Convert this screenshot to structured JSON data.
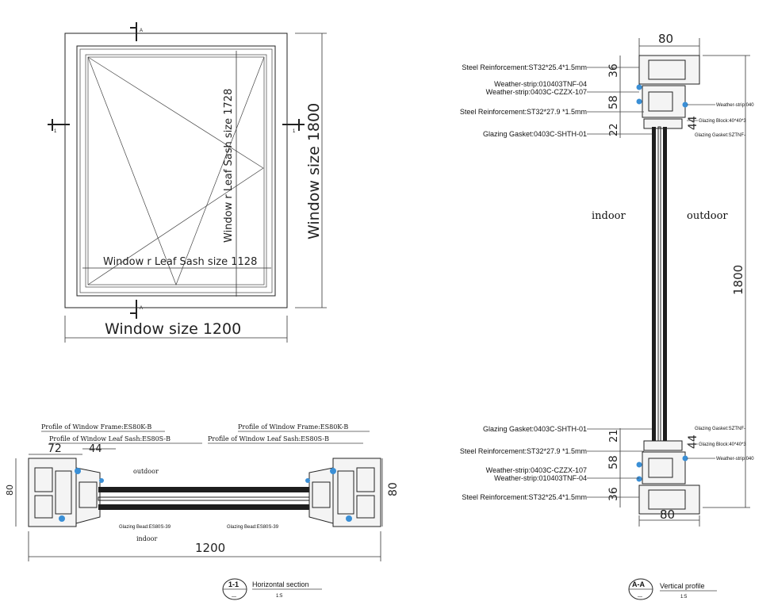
{
  "front_view": {
    "width_label": "Window size 1200",
    "height_label": "Window size 1800",
    "sash_width_label": "Window r Leaf Sash size 1128",
    "sash_height_label": "Window r Leaf Sash size 1728",
    "section_mark_1": "1",
    "section_mark_a": "A"
  },
  "horizontal_section": {
    "frame_left": "Profile of Window Frame:ES80K-B",
    "frame_right": "Profile of Window Frame:ES80K-B",
    "sash_left": "Profile of Window Leaf  Sash:ES80S-B",
    "sash_right": "Profile of Window Leaf  Sash:ES80S-B",
    "dim_72": "72",
    "dim_44": "44",
    "dim_80_left": "80",
    "dim_80_right": "80",
    "outdoor": "outdoor",
    "indoor": "indoor",
    "bead_left": "Glazing Bead:ES80S-39",
    "bead_right": "Glazing Bead:ES80S-39",
    "width": "1200",
    "title_num": "1-1",
    "title_sub": "—",
    "title": "Horizontal section",
    "scale": "1:5"
  },
  "vertical_profile": {
    "dim_top": "80",
    "dim_bottom": "80",
    "height": "1800",
    "indoor": "indoor",
    "outdoor": "outdoor",
    "top_labels": [
      "Steel Reinforcement:ST32*25.4*1.5mm",
      "Weather-strip:010403TNF-04",
      "Weather-strip:0403C-CZZX-107",
      "Steel Reinforcement:ST32*27.9 *1.5mm",
      "Glazing Gasket:0403C-SHTH-01"
    ],
    "bottom_labels": [
      "Glazing Gasket:0403C-SHTH-01",
      "Steel Reinforcement:ST32*27.9 *1.5mm",
      "Weather-strip:0403C-CZZX-107",
      "Weather-strip:010403TNF-04",
      "Steel Reinforcement:ST32*25.4*1.5mm"
    ],
    "top_dims": [
      "36",
      "58",
      "22"
    ],
    "bottom_dims": [
      "21",
      "58",
      "36"
    ],
    "right_top_dim": "44",
    "right_bottom_dim": "44",
    "right_top_labels": [
      "Weather-strip:040",
      "Glazing Block:40*40*3",
      "Glazing Gasket:SZTNF-"
    ],
    "right_bottom_labels": [
      "Glazing Gasket:SZTNF-",
      "Glazing Block:40*40*3",
      "Weather-strip:040"
    ],
    "title_num": "A-A",
    "title_sub": "—",
    "title": "Vertical profile",
    "scale": "1:5"
  }
}
